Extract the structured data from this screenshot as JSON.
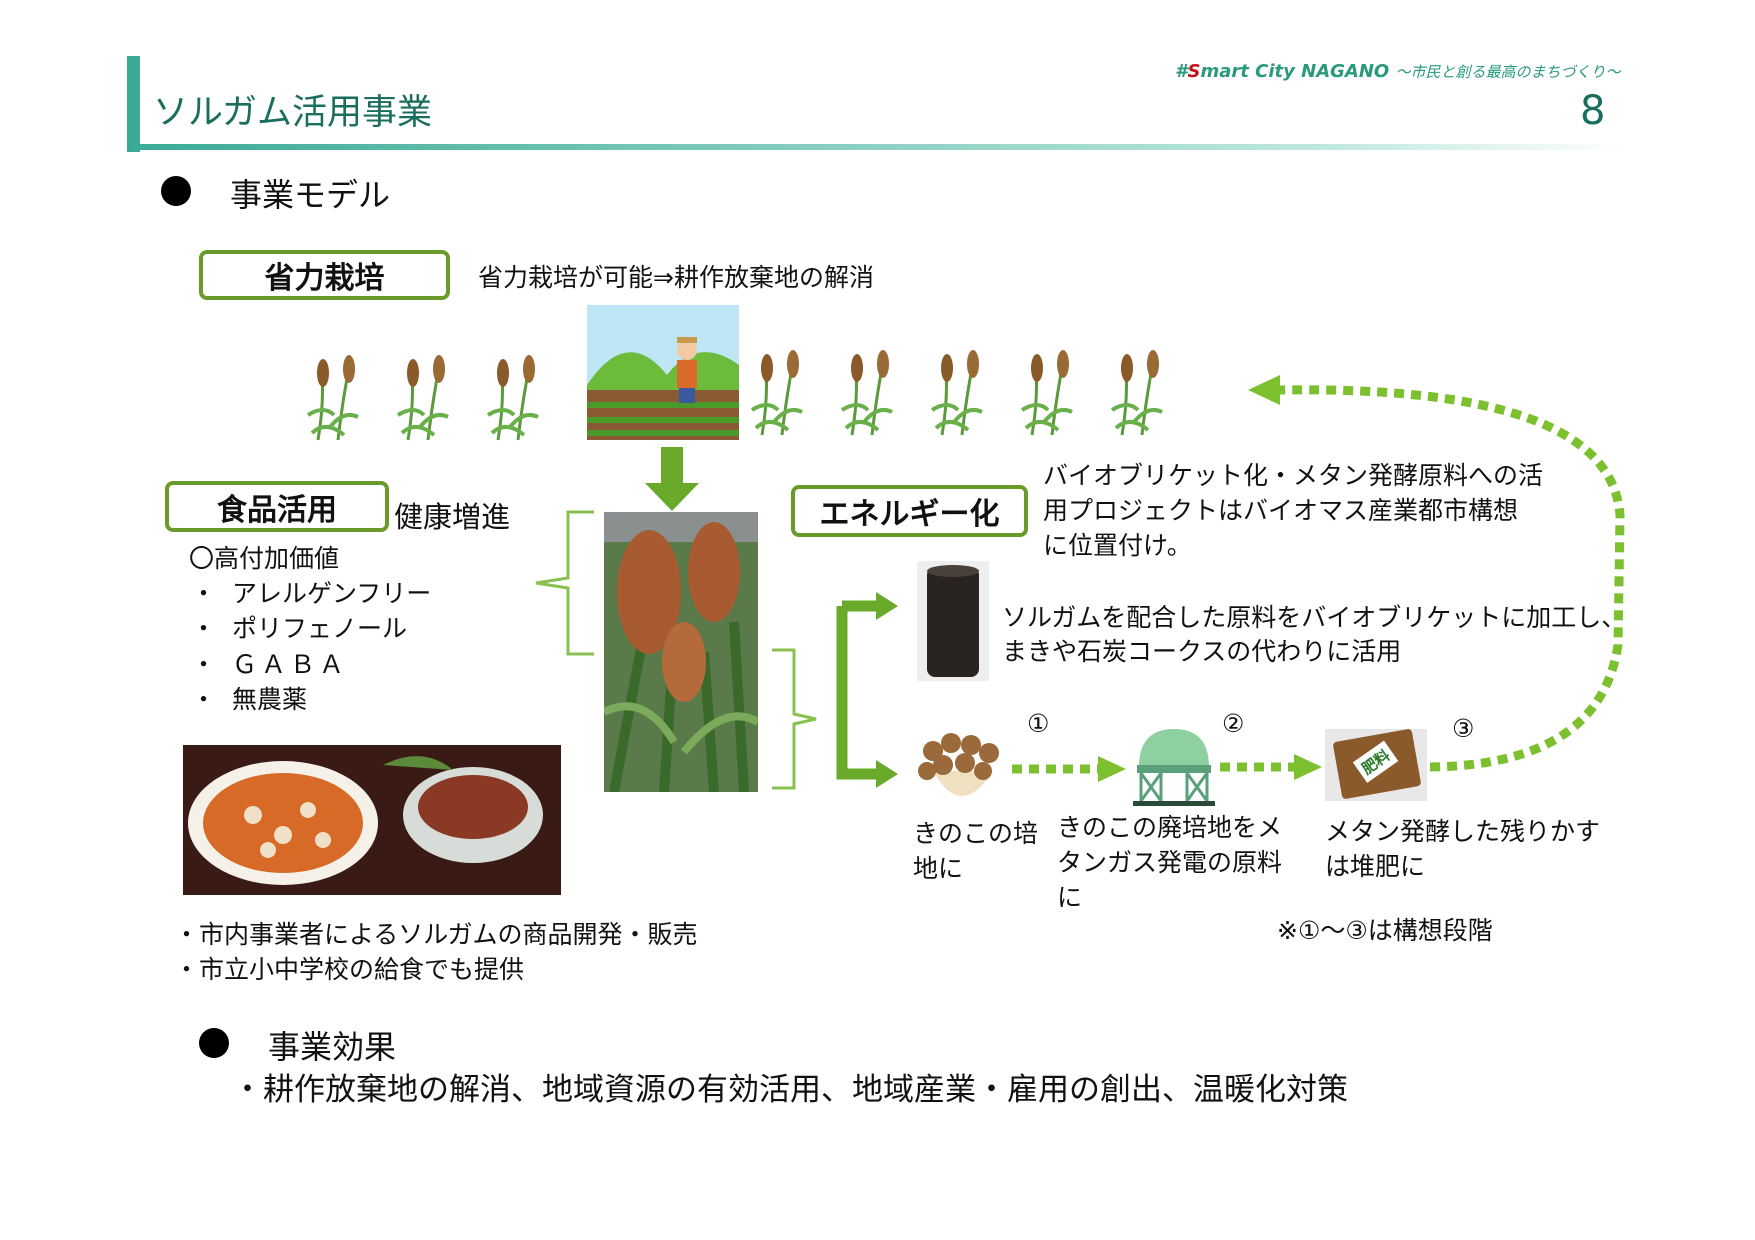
{
  "header": {
    "title": "ソルガム活用事業",
    "brand_hash": "#",
    "brand_s": "S",
    "brand_rest": "mart City NAGANO",
    "brand_tagline": "～市民と創る最高のまちづくり～",
    "page_number": "8",
    "colors": {
      "accent": "#3aaa96",
      "title": "#1a6e5e",
      "green": "#6a9a2a",
      "dotted": "#7cc030"
    }
  },
  "model": {
    "heading": "事業モデル",
    "labor_saving": {
      "label": "省力栽培",
      "desc": "省力栽培が可能⇒耕作放棄地の解消"
    },
    "food": {
      "label": "食品活用",
      "sub": "健康増進",
      "value_added": "〇高付加価値",
      "items": [
        "アレルゲンフリー",
        "ポリフェノール",
        "ＧＡＢＡ",
        "無農薬"
      ],
      "notes": [
        "・市内事業者によるソルガムの商品開発・販売",
        "・市立小中学校の給食でも提供"
      ]
    },
    "energy": {
      "label": "エネルギー化",
      "desc_lines": [
        "バイオブリケット化・メタン発酵原料への活",
        "用プロジェクトはバイオマス産業都市構想",
        "に位置付け。"
      ],
      "briquette_lines": [
        "ソルガムを配合した原料をバイオブリケットに加工し、",
        "まきや石炭コークスの代わりに活用"
      ],
      "steps": [
        {
          "num": "①",
          "lines": [
            "きのこの培",
            "地に"
          ]
        },
        {
          "num": "②",
          "lines": [
            "きのこの廃培地をメ",
            "タンガス発電の原料",
            "に"
          ]
        },
        {
          "num": "③",
          "lines": [
            "メタン発酵した残りかす",
            "は堆肥に"
          ]
        }
      ],
      "fertilizer_label": "肥料",
      "footnote": "※①～③は構想段階"
    }
  },
  "effects": {
    "heading": "事業効果",
    "text": "・耕作放棄地の解消、地域資源の有効活用、地域産業・雇用の創出、温暖化対策"
  }
}
